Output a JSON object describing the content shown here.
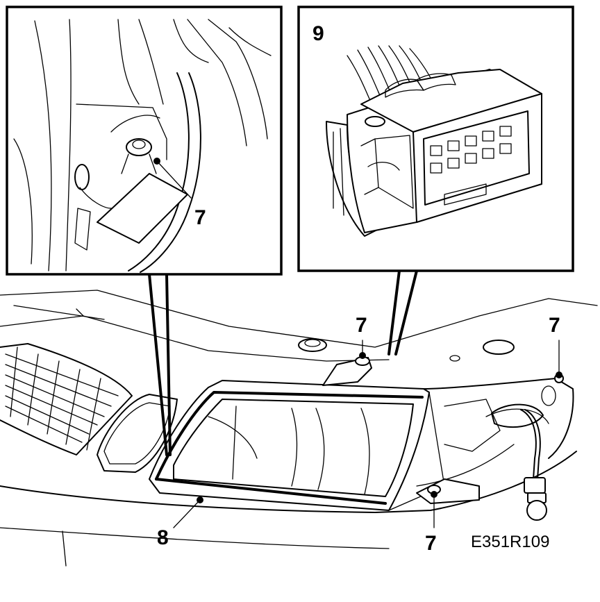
{
  "figure_code": "E351R109",
  "callouts": {
    "inset_left_fastener": "7",
    "inset_right_connector": "9",
    "top_center_fastener": "7",
    "top_right_fastener": "7",
    "bottom_fastener": "7",
    "seal_gasket": "8"
  }
}
